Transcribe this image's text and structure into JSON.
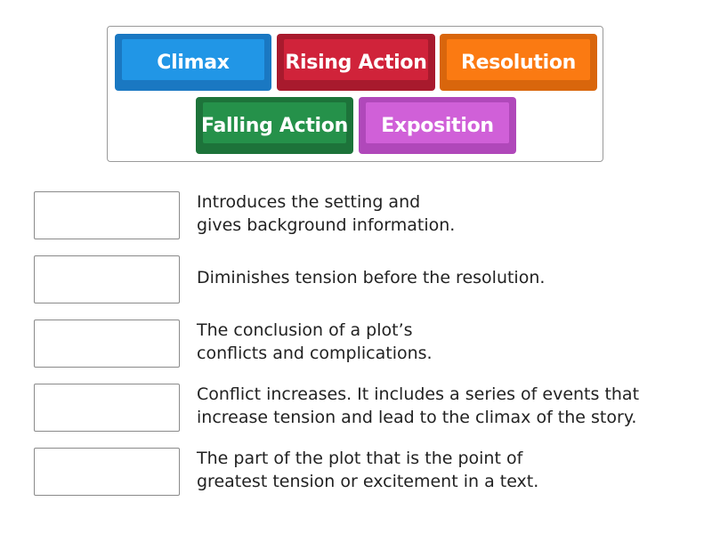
{
  "tiles": [
    {
      "label": "Climax",
      "color": "#2196e6",
      "edge": "#1a78c2"
    },
    {
      "label": "Rising Action",
      "color": "#d0233a",
      "edge": "#a81a2d"
    },
    {
      "label": "Resolution",
      "color": "#fb7a12",
      "edge": "#d9660c"
    },
    {
      "label": "Falling Action",
      "color": "#25914a",
      "edge": "#1d733a"
    },
    {
      "label": "Exposition",
      "color": "#d060d8",
      "edge": "#b048ba"
    }
  ],
  "rows": [
    {
      "description": "Introduces the setting and\ngives background information."
    },
    {
      "description": "Diminishes tension before the resolution."
    },
    {
      "description": "The conclusion of a plot’s\nconflicts and complications."
    },
    {
      "description": "Conflict increases. It includes a series of events that\nincrease tension and lead to the climax of the story."
    },
    {
      "description": "The part of the plot that is the point of\ngreatest tension or excitement in a text."
    }
  ]
}
